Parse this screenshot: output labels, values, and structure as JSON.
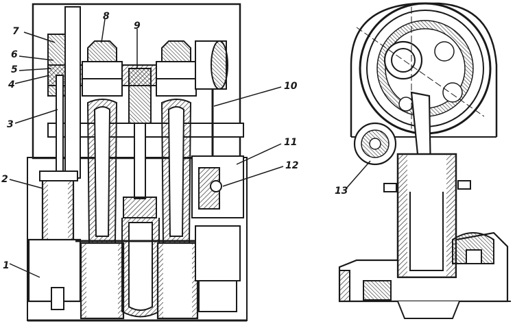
{
  "callouts": [
    {
      "id": "c1",
      "label": "1"
    },
    {
      "id": "c2",
      "label": "2"
    },
    {
      "id": "c3",
      "label": "3"
    },
    {
      "id": "c4",
      "label": "4"
    },
    {
      "id": "c5",
      "label": "5"
    },
    {
      "id": "c6",
      "label": "6"
    },
    {
      "id": "c7",
      "label": "7"
    },
    {
      "id": "c8",
      "label": "8"
    },
    {
      "id": "c9",
      "label": "9"
    },
    {
      "id": "c10",
      "label": "10"
    },
    {
      "id": "c11",
      "label": "11"
    },
    {
      "id": "c12",
      "label": "12"
    },
    {
      "id": "c13",
      "label": "13"
    }
  ],
  "colors": {
    "ink": "#1a1a1a",
    "hatch": "#2b2b2b",
    "paper": "#ffffff"
  }
}
